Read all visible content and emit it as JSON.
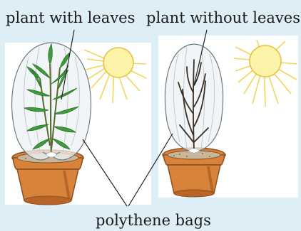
{
  "labels": {
    "plant_with_leaves": "plant with leaves",
    "plant_without_leaves": "plant without leaves",
    "polythene_bags": "polythene bags"
  },
  "colors": {
    "background": "#ddeef6",
    "panel": "#ffffff",
    "sun_fill": "#fbf3a8",
    "sun_rays": "#f1d65a",
    "pot": "#d7833a",
    "pot_dark": "#b9652a",
    "soil": "#c8b79b",
    "leaf": "#3e9c3b",
    "stem": "#6b5a3a",
    "bag": "#eef2f4"
  },
  "icons": [
    "sun-icon",
    "pot-icon",
    "plant-icon",
    "bag-icon"
  ]
}
